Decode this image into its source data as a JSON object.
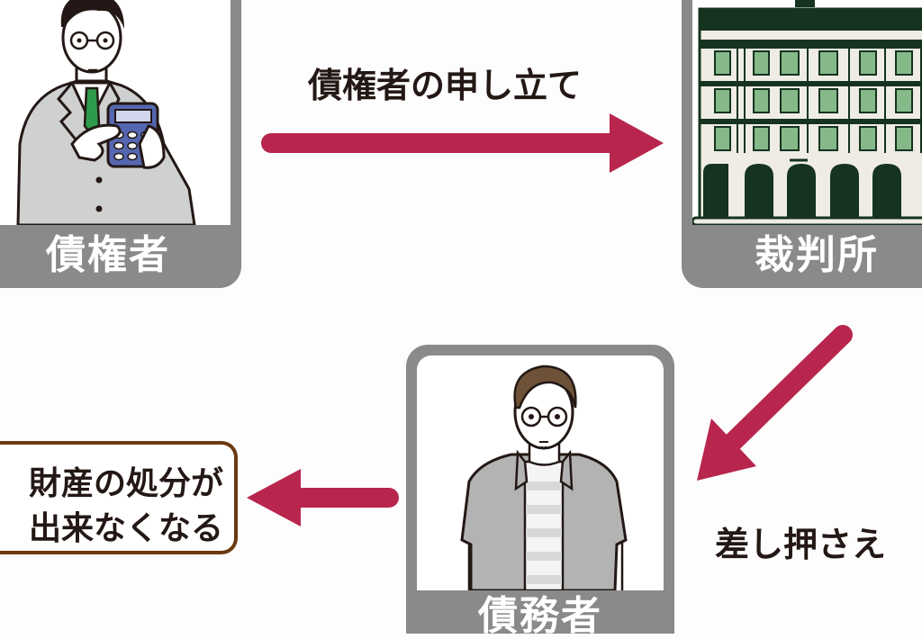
{
  "colors": {
    "arrow": "#b8264e",
    "panel_frame": "#8a8a8a",
    "box_border": "#6b3a10",
    "court_dark": "#15331f",
    "court_window": "#86b98a",
    "calculator": "#5567b0",
    "tie": "#2e9a4b",
    "hair_brown": "#6e5238"
  },
  "nodes": {
    "creditor": {
      "label": "債権者",
      "icon": "businessman-with-calculator-icon"
    },
    "court": {
      "label": "裁判所",
      "icon": "courthouse-building-icon"
    },
    "debtor": {
      "label": "債務者",
      "icon": "casual-man-icon"
    }
  },
  "edges": {
    "petition": {
      "label": "債権者の申し立て",
      "from": "creditor",
      "to": "court"
    },
    "seizure": {
      "label": "差し押さえ",
      "from": "court",
      "to": "debtor"
    },
    "result": {
      "from": "debtor",
      "to": "outcome"
    }
  },
  "outcome": {
    "lines": [
      "財産の処分が",
      "出来なくなる"
    ]
  }
}
